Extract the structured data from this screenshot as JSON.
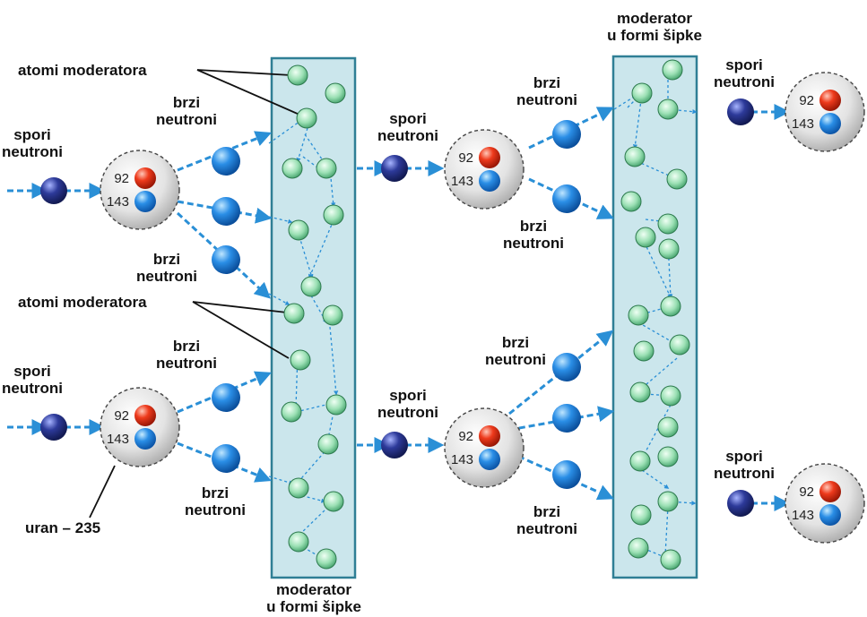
{
  "labels": {
    "slow_neutrons": [
      "spori",
      "neutroni"
    ],
    "fast_neutrons": [
      "brzi",
      "neutroni"
    ],
    "moderator_atoms": "atomi moderatora",
    "moderator_rod": [
      "moderator",
      "u formi šipke"
    ],
    "uranium": "uran – 235",
    "proton_number": "92",
    "neutron_number": "143"
  },
  "colors": {
    "arrow": "#2a8fd6",
    "rod_fill": "#cbe6ec",
    "rod_edge": "#2f7f95",
    "moderator_atom": "#7fd4a0",
    "fast_neutron": "#1f7fd8",
    "slow_neutron": "#27307a",
    "proton": "#e8341c",
    "neutron": "#1f7fd8",
    "nucleus": "#cfcfcf"
  }
}
